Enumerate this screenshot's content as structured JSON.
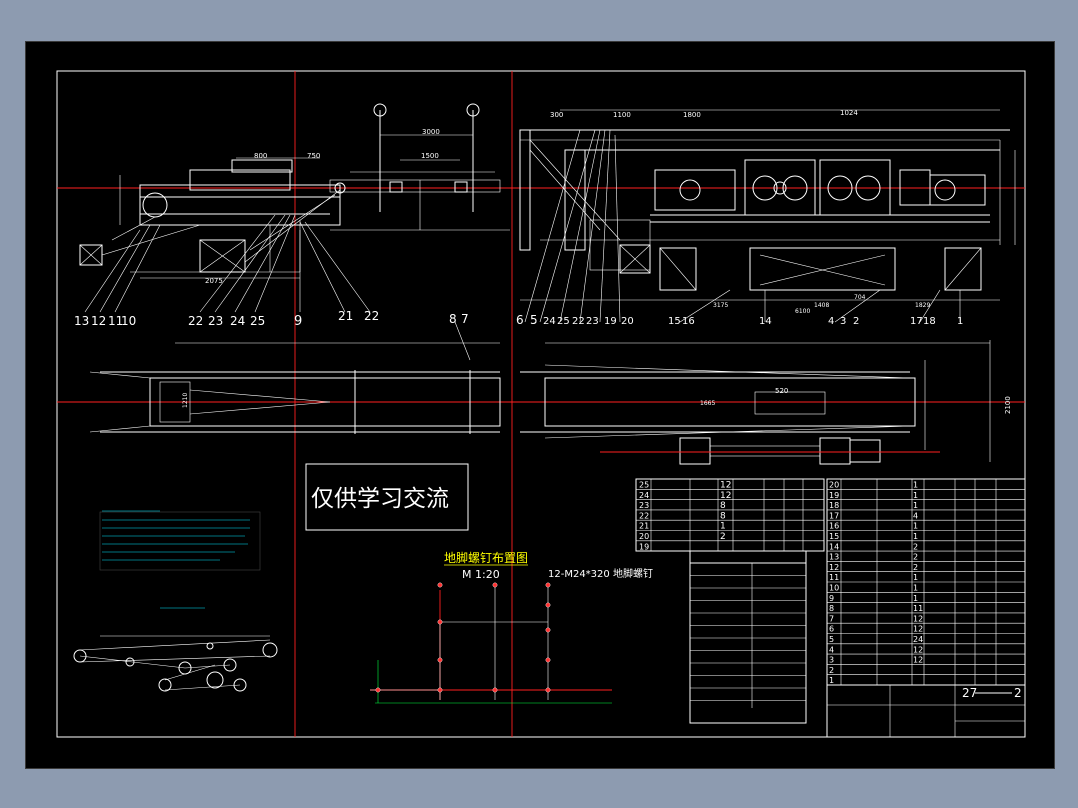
{
  "callouts": {
    "left": [
      "13",
      "12",
      "11",
      "10",
      "22",
      "23",
      "24",
      "25",
      "9",
      "21",
      "22",
      "8",
      "7"
    ],
    "right": [
      "6",
      "5",
      "24",
      "25",
      "22",
      "23",
      "19",
      "20",
      "15",
      "16",
      "14",
      "4",
      "3",
      "2",
      "17",
      "18",
      "1"
    ]
  },
  "watermark": "仅供学习交流",
  "foundation_plan": {
    "title": "地脚螺钉布置图",
    "scale": "M 1:20",
    "bolt_note": "12-M24*320 地脚螺钉"
  },
  "dimensions": {
    "top": [
      "300",
      "1100",
      "1800",
      "1024",
      "800",
      "750",
      "3000",
      "1500",
      "2075"
    ],
    "mid": [
      "3175",
      "1408",
      "704",
      "1829",
      "6100",
      "520",
      "1665",
      "2100",
      "1210"
    ]
  },
  "title_block": {
    "drawing_no_left": "27",
    "drawing_no_right": "2"
  },
  "bom_left_rows": [
    "25",
    "24",
    "23",
    "22",
    "21",
    "20",
    "19"
  ],
  "bom_left_qty": [
    "12",
    "12",
    "8",
    "8",
    "1",
    "2"
  ],
  "bom_right_rows": [
    "20",
    "19",
    "18",
    "17",
    "16",
    "15",
    "14",
    "13",
    "12",
    "11",
    "10",
    "9",
    "8",
    "7",
    "6",
    "5",
    "4",
    "3",
    "2",
    "1"
  ],
  "bom_right_qty": [
    "1",
    "1",
    "1",
    "4",
    "1",
    "1",
    "2",
    "2",
    "2",
    "1",
    "1",
    "1",
    "11",
    "12",
    "12",
    "24",
    "12",
    "12"
  ]
}
